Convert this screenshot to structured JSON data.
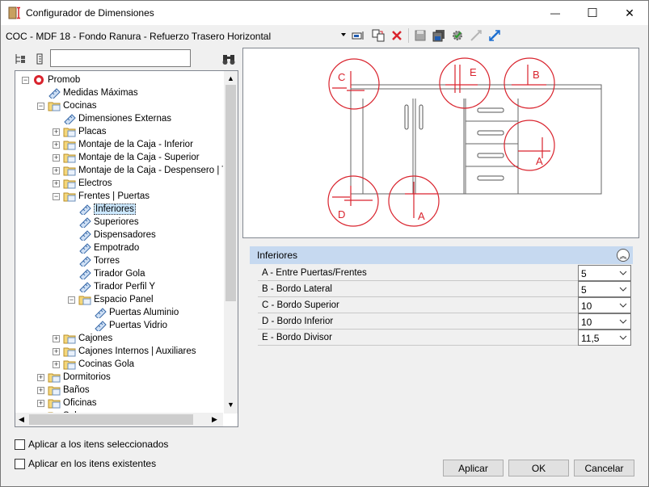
{
  "window": {
    "title": "Configurador de Dimensiones",
    "minimize_glyph": "—",
    "maximize_glyph": "☐",
    "close_glyph": "✕"
  },
  "toolbar": {
    "config_name": "COC - MDF 18 - Fondo Ranura - Refuerzo Trasero Horizontal"
  },
  "search": {
    "value": "",
    "placeholder": ""
  },
  "tree": [
    {
      "label": "Promob",
      "level": 0,
      "type": "root",
      "expander": "-"
    },
    {
      "label": "Medidas Máximas",
      "level": 1,
      "type": "ruler"
    },
    {
      "label": "Cocinas",
      "level": 1,
      "type": "folder",
      "expander": "-"
    },
    {
      "label": "Dimensiones Externas",
      "level": 2,
      "type": "ruler"
    },
    {
      "label": "Placas",
      "level": 2,
      "type": "folder",
      "expander": "+"
    },
    {
      "label": "Montaje de la Caja - Inferior",
      "level": 2,
      "type": "folder",
      "expander": "+"
    },
    {
      "label": "Montaje de la Caja - Superior",
      "level": 2,
      "type": "folder",
      "expander": "+"
    },
    {
      "label": "Montaje de la Caja - Despensero | To",
      "level": 2,
      "type": "folder",
      "expander": "+"
    },
    {
      "label": "Electros",
      "level": 2,
      "type": "folder",
      "expander": "+"
    },
    {
      "label": "Frentes | Puertas",
      "level": 2,
      "type": "folder",
      "expander": "-"
    },
    {
      "label": "Inferiores",
      "level": 3,
      "type": "ruler",
      "selected": true
    },
    {
      "label": "Superiores",
      "level": 3,
      "type": "ruler"
    },
    {
      "label": "Dispensadores",
      "level": 3,
      "type": "ruler"
    },
    {
      "label": "Empotrado",
      "level": 3,
      "type": "ruler"
    },
    {
      "label": "Torres",
      "level": 3,
      "type": "ruler"
    },
    {
      "label": "Tirador Gola",
      "level": 3,
      "type": "ruler"
    },
    {
      "label": "Tirador Perfil Y",
      "level": 3,
      "type": "ruler"
    },
    {
      "label": "Espacio Panel",
      "level": 3,
      "type": "folder",
      "expander": "-"
    },
    {
      "label": "Puertas Aluminio",
      "level": 4,
      "type": "ruler"
    },
    {
      "label": "Puertas Vidrio",
      "level": 4,
      "type": "ruler"
    },
    {
      "label": "Cajones",
      "level": 2,
      "type": "folder",
      "expander": "+"
    },
    {
      "label": "Cajones Internos | Auxiliares",
      "level": 2,
      "type": "folder",
      "expander": "+"
    },
    {
      "label": "Cocinas Gola",
      "level": 2,
      "type": "folder",
      "expander": "+"
    },
    {
      "label": "Dormitorios",
      "level": 1,
      "type": "folder",
      "expander": "+"
    },
    {
      "label": "Baños",
      "level": 1,
      "type": "folder",
      "expander": "+"
    },
    {
      "label": "Oficinas",
      "level": 1,
      "type": "folder",
      "expander": "+"
    },
    {
      "label": "Salas",
      "level": 1,
      "type": "folder",
      "expander": "+"
    }
  ],
  "preview": {
    "callouts": [
      "C",
      "E",
      "B",
      "A",
      "D",
      "A"
    ]
  },
  "properties": {
    "section_title": "Inferiores",
    "rows": [
      {
        "label": "A - Entre Puertas/Frentes",
        "value": "5"
      },
      {
        "label": "B - Bordo Lateral",
        "value": "5"
      },
      {
        "label": "C - Bordo Superior",
        "value": "10"
      },
      {
        "label": "D - Bordo Inferior",
        "value": "10"
      },
      {
        "label": "E - Bordo Divisor",
        "value": "11,5"
      }
    ]
  },
  "options": {
    "apply_selected": "Aplicar a los itens seleccionados",
    "apply_existing": "Aplicar en los itens existentes"
  },
  "buttons": {
    "apply": "Aplicar",
    "ok": "OK",
    "cancel": "Cancelar"
  },
  "colors": {
    "accent_red": "#d9232d",
    "panel_header": "#c6d9f0",
    "selection": "#cce8ff"
  }
}
